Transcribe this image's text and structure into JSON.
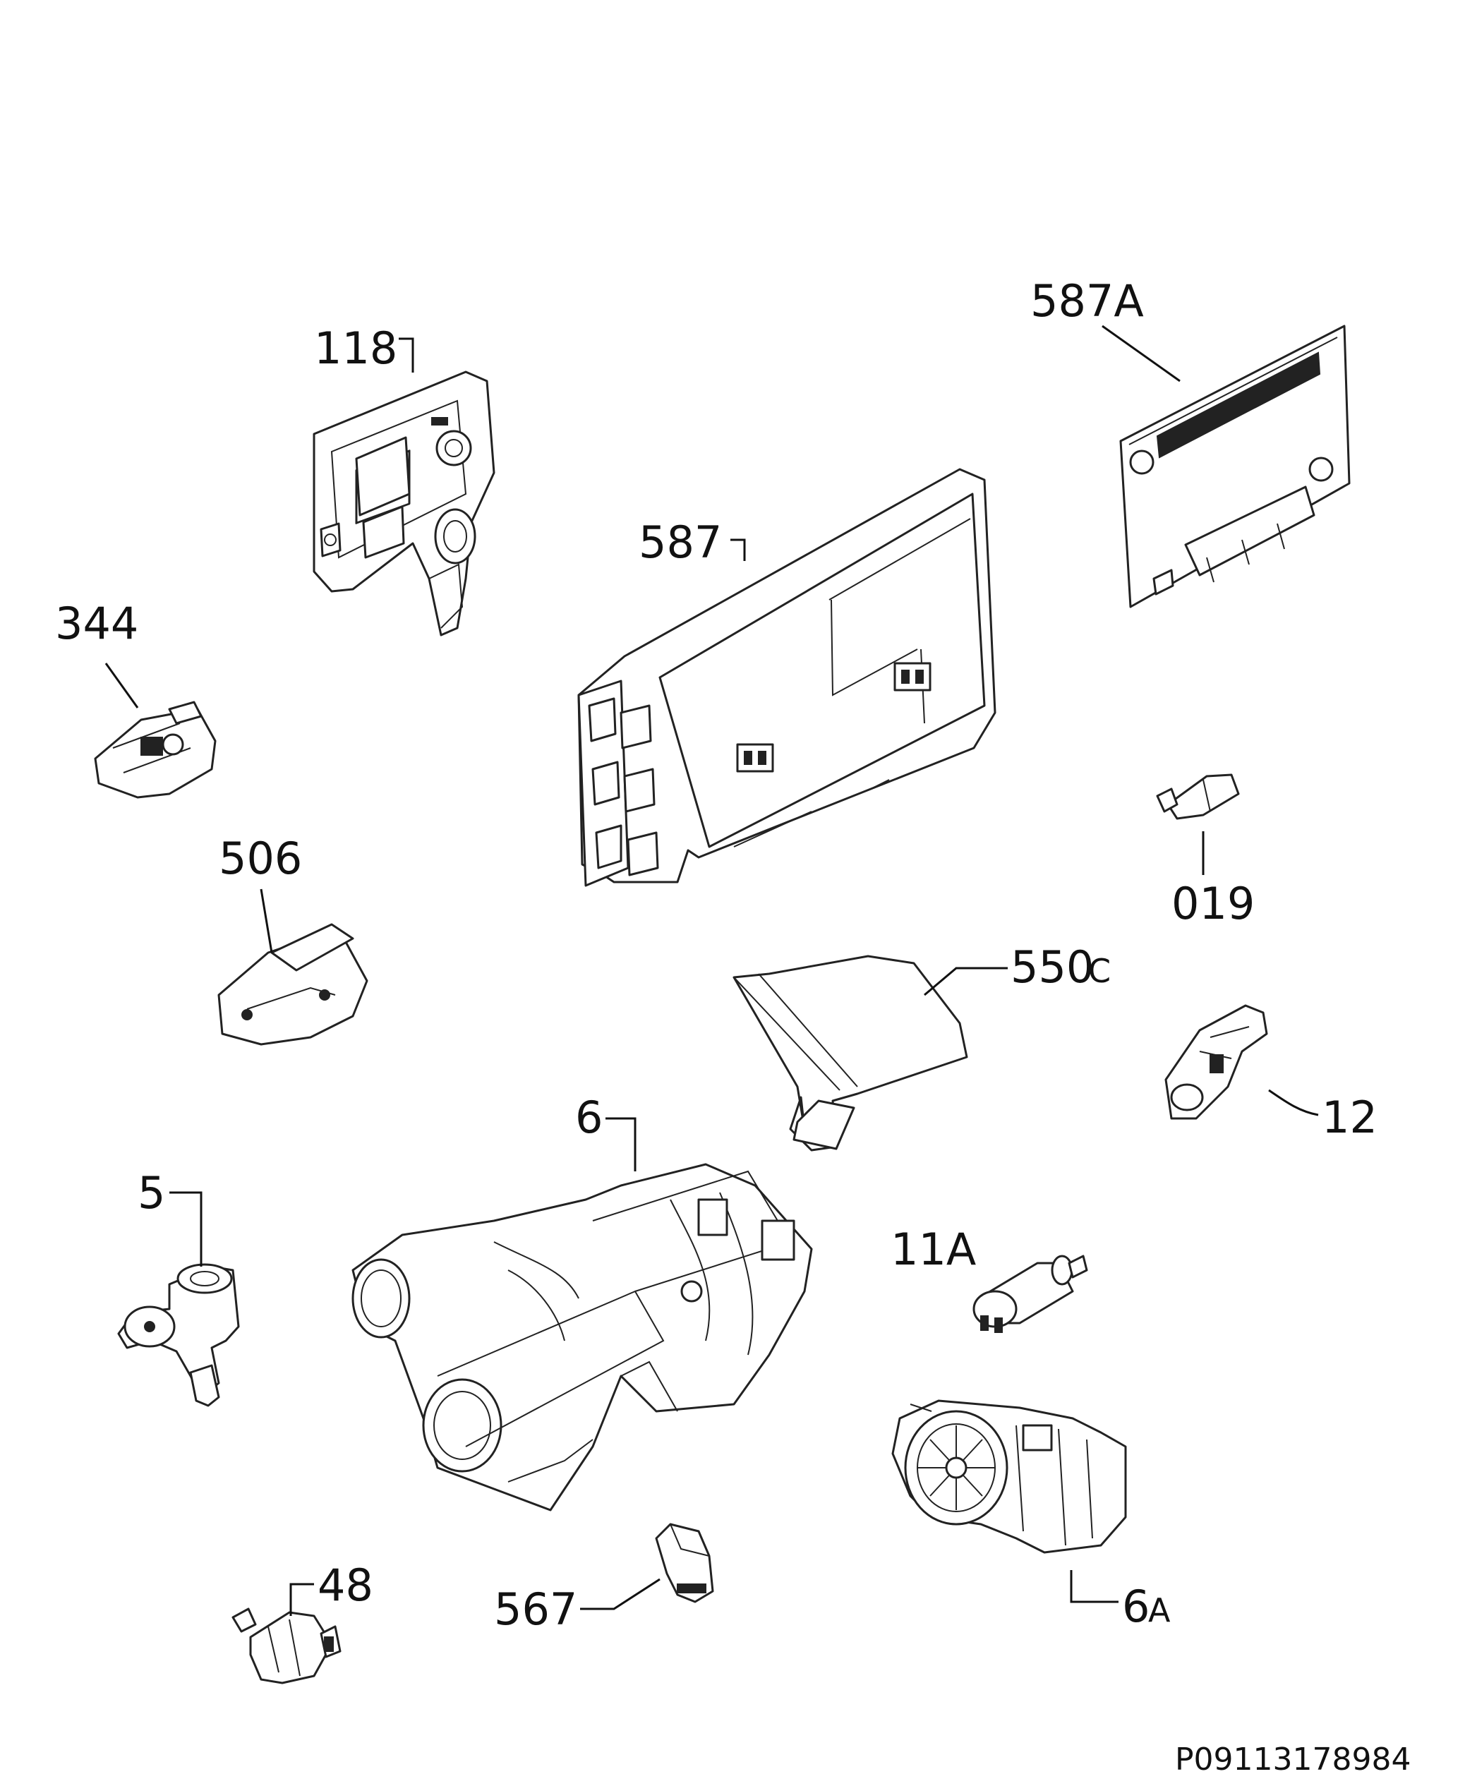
{
  "labels": {
    "p118": "118",
    "p587A": "587A",
    "p587": "587",
    "p344": "344",
    "p506": "506",
    "p019": "019",
    "p550": "550",
    "p550s": "C",
    "p12": "12",
    "p6": "6",
    "p5": "5",
    "p11A": "11A",
    "p48": "48",
    "p567": "567",
    "p6A": "6",
    "p6As": "A"
  },
  "reference_code": "P09113178984"
}
